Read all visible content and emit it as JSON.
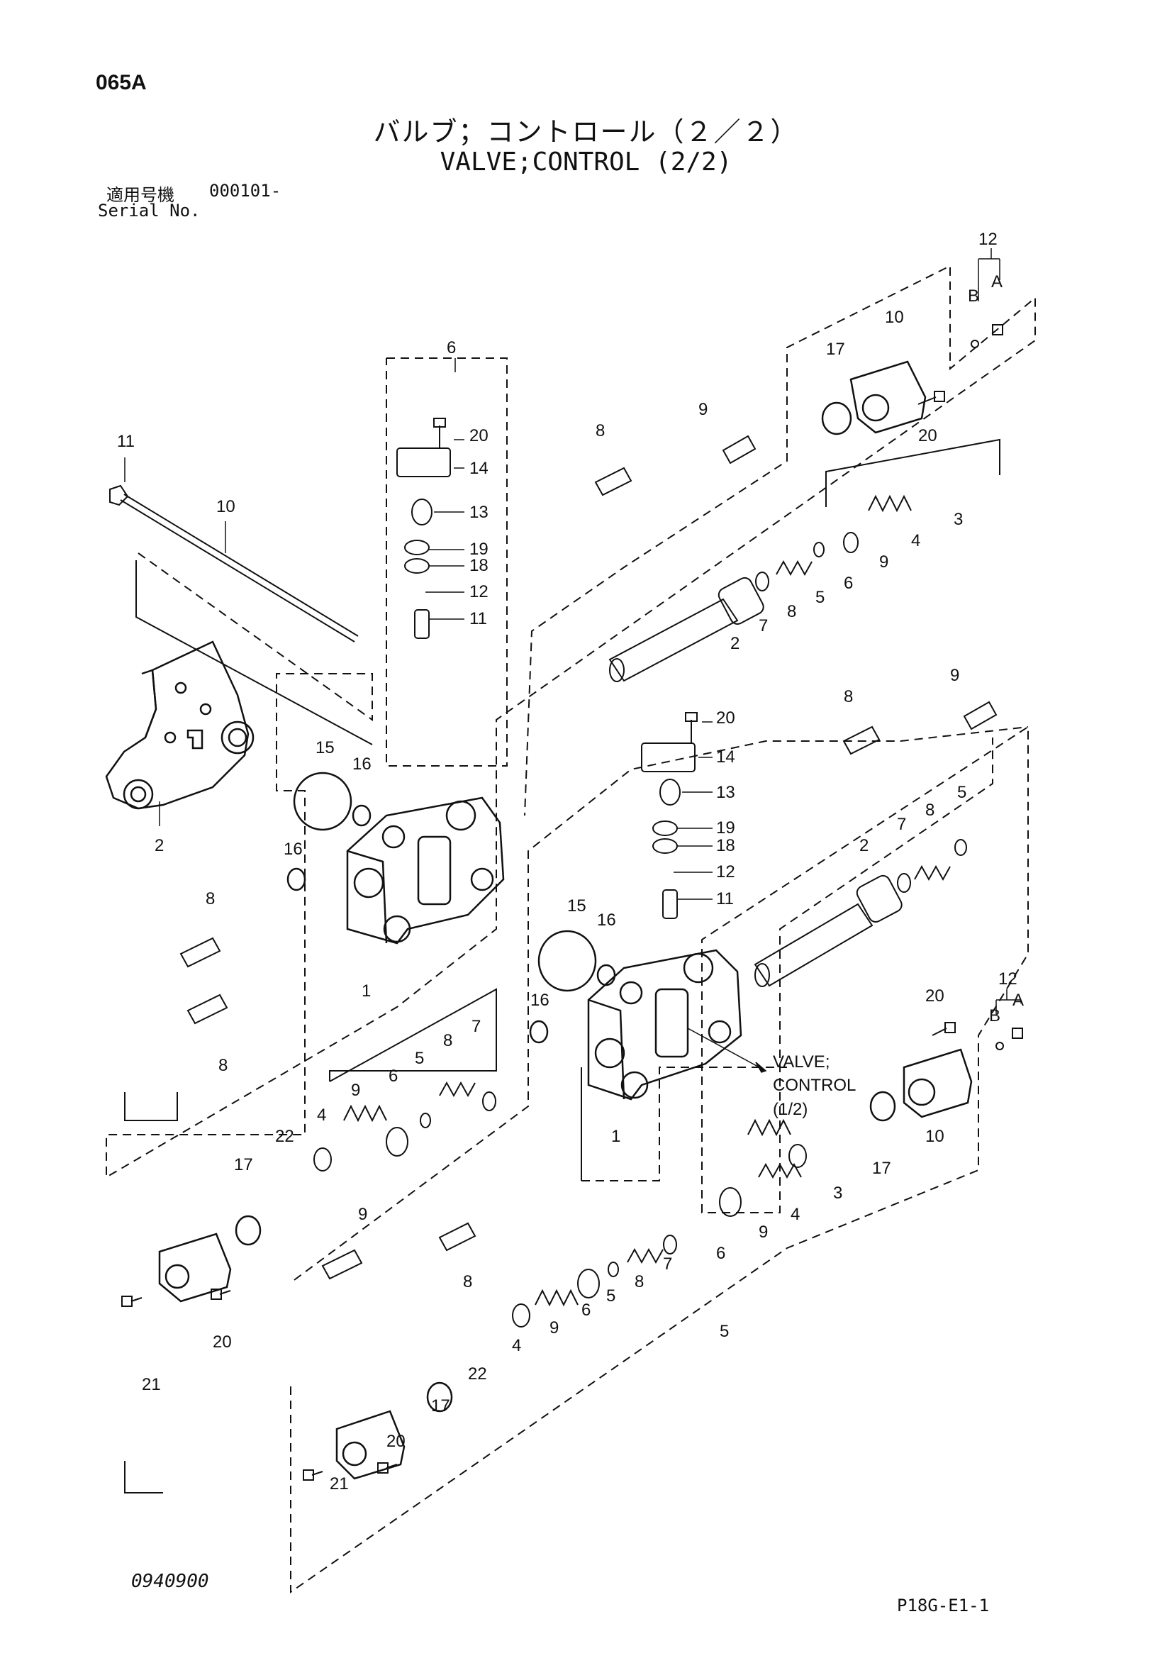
{
  "header": {
    "page_code": "065A",
    "title_jp": "バルブ；コントロール（２／２）",
    "title_en": "VALVE;CONTROL (2/2)",
    "serial_label_jp": "適用号機",
    "serial_value": "000101-",
    "serial_label_en": "Serial No."
  },
  "footer": {
    "drawing_no": "0940900",
    "figure_code": "P18G-E1-1"
  },
  "callouts": {
    "n1": "1",
    "n2": "2",
    "n3": "3",
    "n4": "4",
    "n5": "5",
    "n6": "6",
    "n7": "7",
    "n8": "8",
    "n9": "9",
    "n10": "10",
    "n11": "11",
    "n12": "12",
    "n13": "13",
    "n14": "14",
    "n15": "15",
    "n16": "16",
    "n17": "17",
    "n18": "18",
    "n19": "19",
    "n20": "20",
    "n21": "21",
    "n22": "22",
    "A": "A",
    "B": "B"
  },
  "reference_note": {
    "line1": "VALVE;",
    "line2": "CONTROL",
    "line3": "(1/2)"
  }
}
